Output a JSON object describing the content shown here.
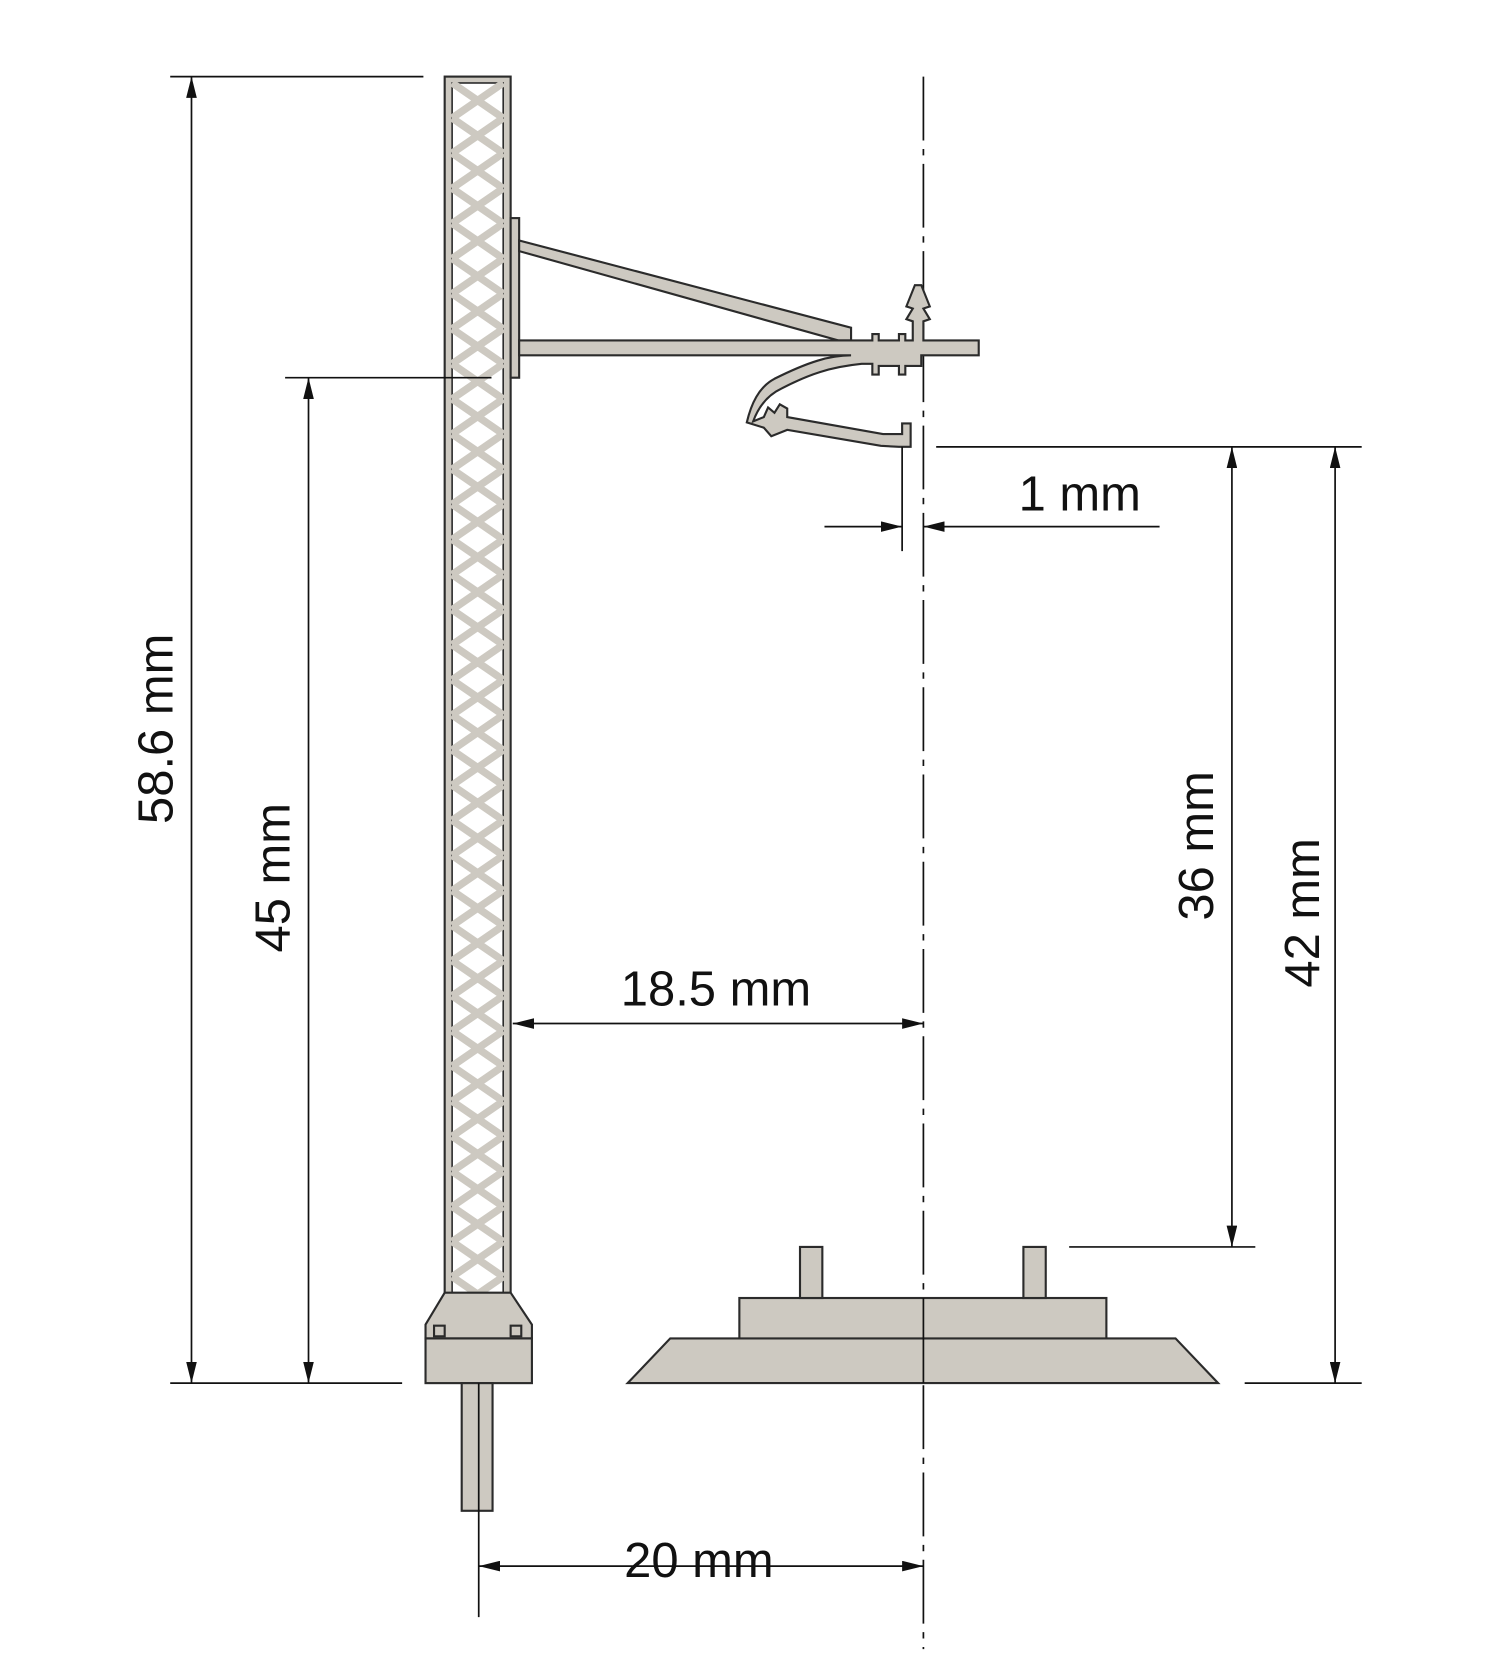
{
  "diagram": {
    "colors": {
      "part_fill": "#cdc9c1",
      "line": "#111111"
    },
    "dimensions": {
      "overall_height": "58.6 mm",
      "arm_height": "45 mm",
      "mast_to_track_center": "18.5 mm",
      "foundation_to_track_center": "20 mm",
      "contact_wire_offset": "1 mm",
      "wire_height_above_rail": "36 mm",
      "wire_height_above_base": "42 mm"
    }
  }
}
